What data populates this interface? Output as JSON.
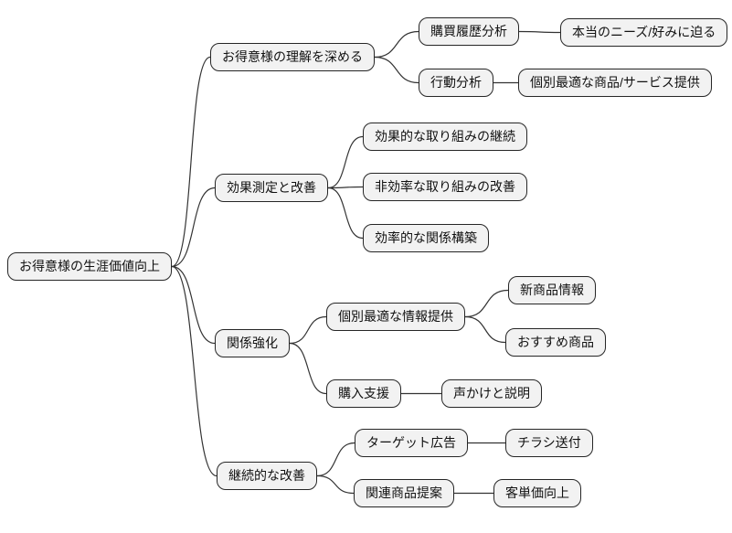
{
  "colors": {
    "background": "#ffffff",
    "node_fill": "#f2f2f2",
    "node_border": "#262626",
    "text": "#111111",
    "connector": "#333333"
  },
  "mindmap": {
    "root": {
      "label": "お得意様の生涯価値向上",
      "children": [
        {
          "label": "お得意様の理解を深める",
          "children": [
            {
              "label": "購買履歴分析",
              "children": [
                {
                  "label": "本当のニーズ/好みに迫る"
                }
              ]
            },
            {
              "label": "行動分析",
              "children": [
                {
                  "label": "個別最適な商品/サービス提供"
                }
              ]
            }
          ]
        },
        {
          "label": "効果測定と改善",
          "children": [
            {
              "label": "効果的な取り組みの継続"
            },
            {
              "label": "非効率な取り組みの改善"
            },
            {
              "label": "効率的な関係構築"
            }
          ]
        },
        {
          "label": "関係強化",
          "children": [
            {
              "label": "個別最適な情報提供",
              "children": [
                {
                  "label": "新商品情報"
                },
                {
                  "label": "おすすめ商品"
                }
              ]
            },
            {
              "label": "購入支援",
              "children": [
                {
                  "label": "声かけと説明"
                }
              ]
            }
          ]
        },
        {
          "label": "継続的な改善",
          "children": [
            {
              "label": "ターゲット広告",
              "children": [
                {
                  "label": "チラシ送付"
                }
              ]
            },
            {
              "label": "関連商品提案",
              "children": [
                {
                  "label": "客単価向上"
                }
              ]
            }
          ]
        }
      ]
    }
  }
}
